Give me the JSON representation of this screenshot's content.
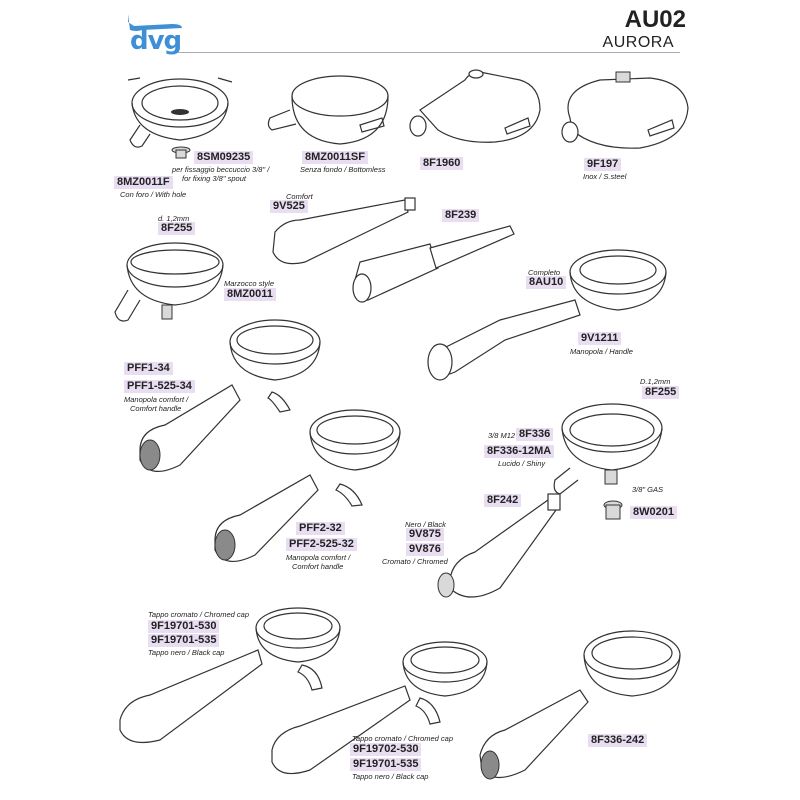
{
  "header": {
    "brand": "dvg",
    "code": "AU02",
    "model": "AURORA",
    "brand_color": "#3f8fd6",
    "highlight_color": "#e9ddf2"
  },
  "parts": {
    "p8MZ0011F": {
      "code": "8MZ0011F",
      "note": "Con foro / With hole"
    },
    "p8SM09235": {
      "code": "8SM09235",
      "note1": "per fissaggio beccuccio 3/8\" /",
      "note2": "for fixing 3/8\" spout"
    },
    "p8MZ0011SF": {
      "code": "8MZ0011SF",
      "note": "Senza fondo / Bottomless"
    },
    "p8F1960": {
      "code": "8F1960"
    },
    "p9F197": {
      "code": "9F197",
      "note": "Inox / S.steel"
    },
    "p9V525": {
      "code": "9V525",
      "note": "Comfort"
    },
    "p8F255a": {
      "code": "8F255",
      "note": "d. 1,2mm"
    },
    "p8F239": {
      "code": "8F239"
    },
    "p8MZ0011": {
      "code": "8MZ0011",
      "note": "Marzocco style"
    },
    "p8AU10": {
      "code": "8AU10",
      "note": "Completo"
    },
    "p9V1211": {
      "code": "9V1211",
      "note": "Manopola / Handle"
    },
    "pPFF134": {
      "code1": "PFF1-34",
      "code2": "PFF1-525-34",
      "note1": "Manopola comfort /",
      "note2": "Comfort handle"
    },
    "p8F255b": {
      "code": "8F255",
      "note": "D.1,2mm"
    },
    "p8F336": {
      "code1": "8F336",
      "code2": "8F336-12MA",
      "note_top": "3/8 M12",
      "note": "Lucido / Shiny"
    },
    "p8F242": {
      "code": "8F242"
    },
    "p8W0201": {
      "code": "8W0201",
      "note": "3/8\" GAS"
    },
    "pPFF232": {
      "code1": "PFF2-32",
      "code2": "PFF2-525-32",
      "note1": "Manopola comfort /",
      "note2": "Comfort handle"
    },
    "p9V875": {
      "code1": "9V875",
      "code2": "9V876",
      "note_top": "Nero / Black",
      "note": "Cromato / Chromed"
    },
    "p9F19701": {
      "code1": "9F19701-530",
      "code2": "9F19701-535",
      "note_top": "Tappo cromato / Chromed cap",
      "note": "Tappo nero / Black cap"
    },
    "p9F19702": {
      "code1": "9F19702-530",
      "code2": "9F19701-535",
      "note_top": "Tappo cromato / Chromed cap",
      "note": "Tappo nero / Black cap"
    },
    "p8F336242": {
      "code": "8F336-242"
    }
  }
}
